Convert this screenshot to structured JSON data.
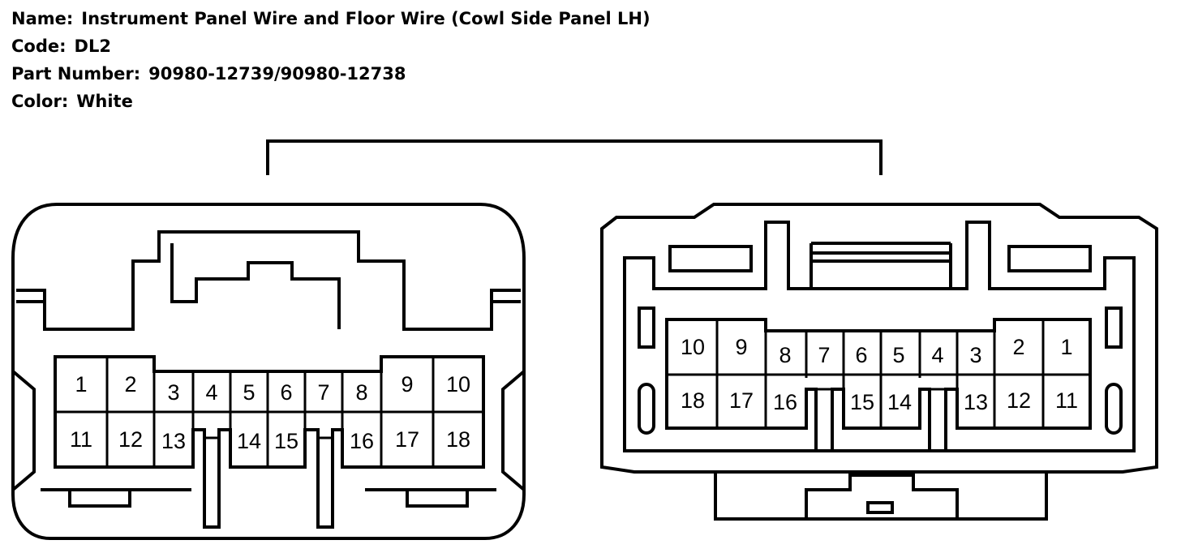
{
  "header": {
    "name_label": "Name:",
    "name_value": "Instrument Panel Wire and Floor Wire (Cowl Side Panel LH)",
    "code_label": "Code:",
    "code_value": "DL2",
    "part_label": "Part Number:",
    "part_value": "90980-12739/90980-12738",
    "color_label": "Color:",
    "color_value": "White"
  },
  "connector_left": {
    "pins": [
      "1",
      "2",
      "3",
      "4",
      "5",
      "6",
      "7",
      "8",
      "9",
      "10",
      "11",
      "12",
      "13",
      "14",
      "15",
      "16",
      "17",
      "18"
    ]
  },
  "connector_right": {
    "pins": [
      "10",
      "9",
      "8",
      "7",
      "6",
      "5",
      "4",
      "3",
      "2",
      "1",
      "18",
      "17",
      "16",
      "15",
      "14",
      "13",
      "12",
      "11"
    ]
  },
  "colors": {
    "stroke": "#000000",
    "background": "#ffffff"
  }
}
